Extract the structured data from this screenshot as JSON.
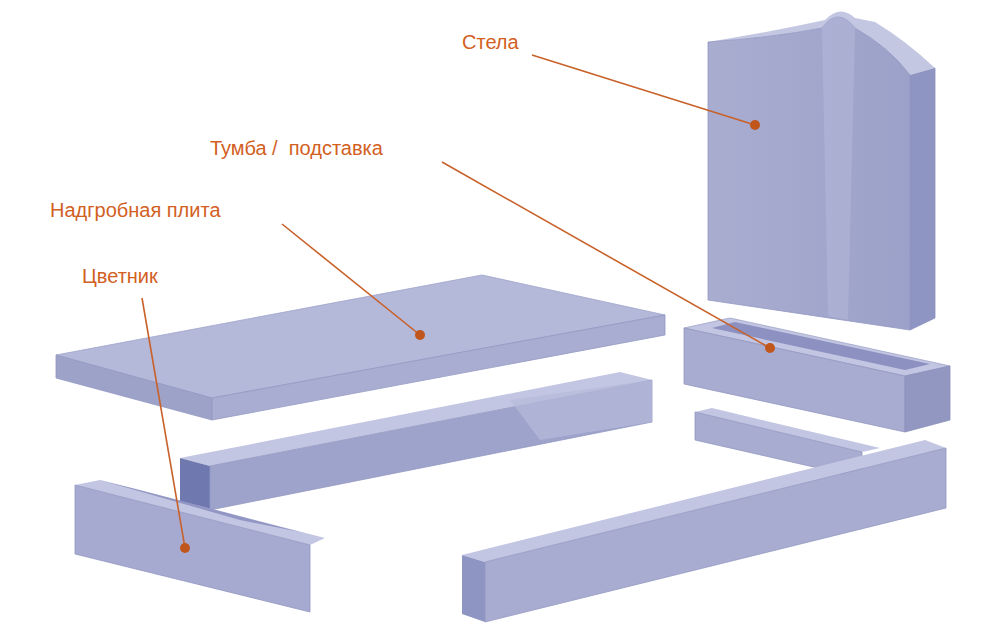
{
  "diagram": {
    "labels": [
      "Стела",
      "Тумба /  подставка",
      "Надгробная плита",
      "Цветник"
    ]
  }
}
